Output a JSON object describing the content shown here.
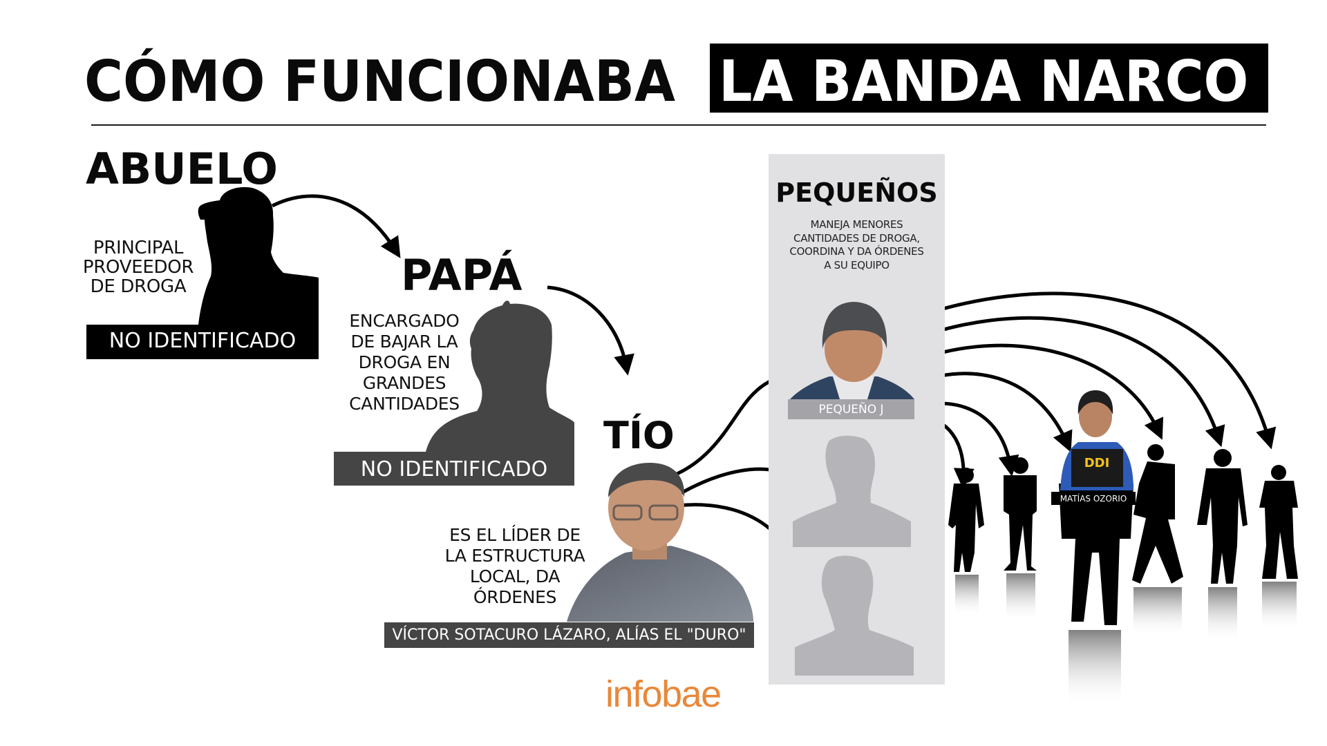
{
  "header": {
    "title_part1": "CÓMO FUNCIONABA",
    "title_part2": "LA BANDA NARCO"
  },
  "roles": {
    "abuelo": {
      "title": "ABUELO",
      "description": [
        "PRINCIPAL",
        "PROVEEDOR",
        "DE DROGA"
      ],
      "label": "NO IDENTIFICADO",
      "icon": "silhouette-cap-icon"
    },
    "papa": {
      "title": "PAPÁ",
      "description": [
        "ENCARGADO",
        "DE BAJAR LA",
        "DROGA EN",
        "GRANDES",
        "CANTIDADES"
      ],
      "label": "NO IDENTIFICADO",
      "icon": "silhouette-icon"
    },
    "tio": {
      "title": "TÍO",
      "description": [
        "ES EL LÍDER DE",
        "LA ESTRUCTURA",
        "LOCAL, DA",
        "ÓRDENES"
      ],
      "label": "VÍCTOR SOTACURO LÁZARO, ALÍAS EL \"DURO\""
    },
    "pequenos": {
      "title": "PEQUEÑOS",
      "description": [
        "MANEJA MENORES",
        "CANTIDADES DE DROGA,",
        "COORDINA Y DA ÓRDENES",
        "A SU EQUIPO"
      ],
      "members": [
        {
          "label": "PEQUEÑO J",
          "identified": true
        },
        {
          "label": "",
          "identified": false
        },
        {
          "label": "",
          "identified": false
        }
      ]
    },
    "team": {
      "members": [
        {
          "label": "",
          "type": "silhouette"
        },
        {
          "label": "",
          "type": "silhouette"
        },
        {
          "label": "MATÍAS OZORIO",
          "type": "photo"
        },
        {
          "label": "",
          "type": "silhouette"
        },
        {
          "label": "",
          "type": "silhouette"
        },
        {
          "label": "",
          "type": "silhouette"
        }
      ]
    }
  },
  "footer": {
    "logo": "infobae"
  },
  "colors": {
    "black": "#000000",
    "dark_gray": "#454545",
    "panel_gray": "#e1e1e3",
    "placeholder_gray": "#b4b4b9",
    "label_gray": "#a3a3a8",
    "brand_orange": "#e8883a"
  }
}
